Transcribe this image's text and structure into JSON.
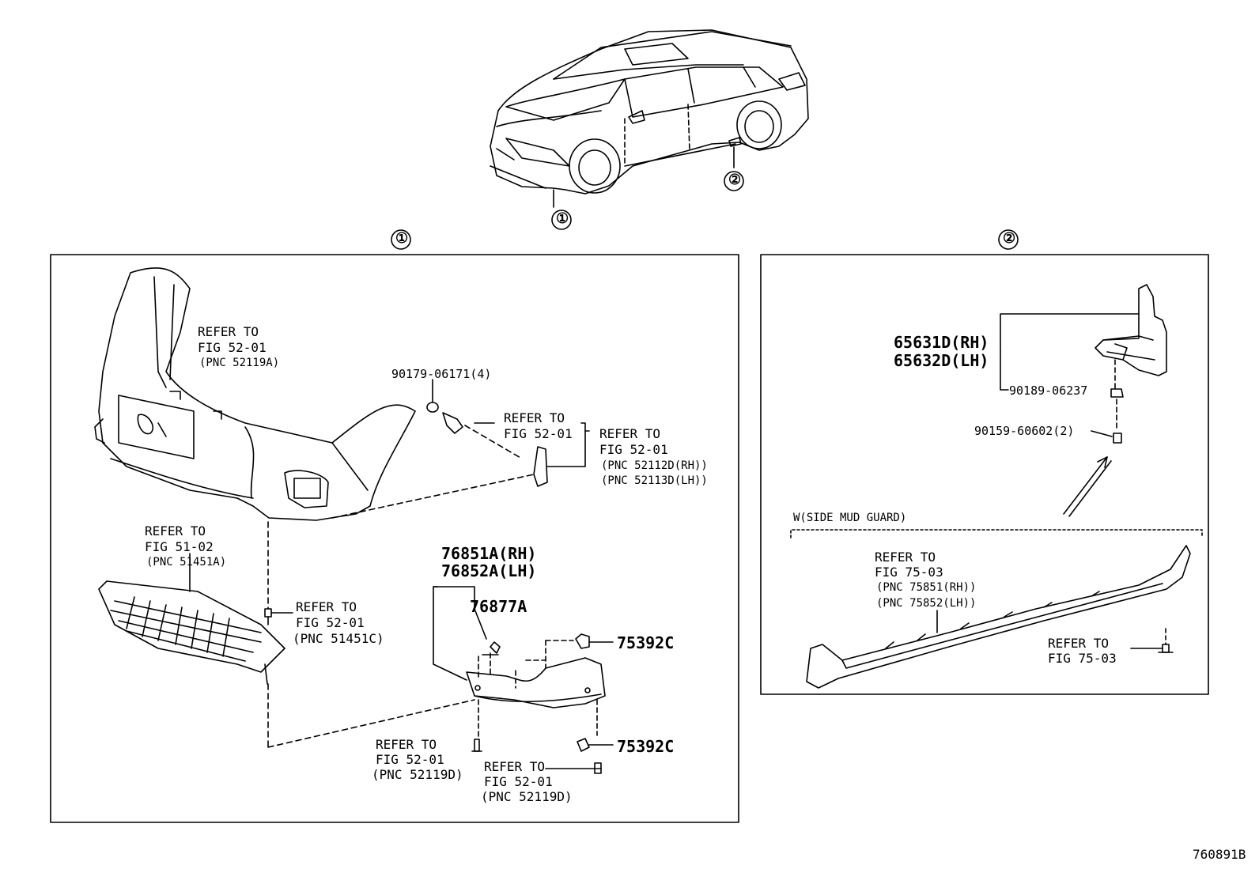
{
  "callouts": {
    "one": "①",
    "two": "②"
  },
  "figure_id": "760891B",
  "panel1": {
    "refer_bumper": {
      "l1": "REFER TO",
      "l2": "FIG 52-01",
      "l3": "(PNC 52119A)"
    },
    "clip_qty": "90179-06171(4)",
    "refer_fig52_a": {
      "l1": "REFER TO",
      "l2": "FIG 52-01"
    },
    "refer_bracket": {
      "l1": "REFER TO",
      "l2": "FIG 52-01",
      "l3": "(PNC 52112D(RH))",
      "l4": "(PNC 52113D(LH))"
    },
    "refer_under": {
      "l1": "REFER TO",
      "l2": "FIG 51-02",
      "l3": "(PNC 51451A)"
    },
    "refer_clip": {
      "l1": "REFER TO",
      "l2": "FIG 52-01",
      "l3": "(PNC 51451C)"
    },
    "spoiler_rh": "76851A(RH)",
    "spoiler_lh": "76852A(LH)",
    "spoiler_part": "76877A",
    "clip_a": "75392C",
    "clip_b": "75392C",
    "refer_screw_a": {
      "l1": "REFER TO",
      "l2": "FIG 52-01",
      "l3": "(PNC 52119D)"
    },
    "refer_screw_b": {
      "l1": "REFER TO",
      "l2": "FIG 52-01",
      "l3": "(PNC 52119D)"
    }
  },
  "panel2": {
    "mudguard_rh": "65631D(RH)",
    "mudguard_lh": "65632D(LH)",
    "clip": "90189-06237",
    "screw": "90159-60602(2)",
    "side_mud_guard": "W(SIDE MUD GUARD)",
    "refer_sill": {
      "l1": "REFER TO",
      "l2": "FIG 75-03",
      "l3": "(PNC 75851(RH))",
      "l4": "(PNC 75852(LH))"
    },
    "refer_bolt": {
      "l1": "REFER TO",
      "l2": "FIG 75-03"
    }
  }
}
